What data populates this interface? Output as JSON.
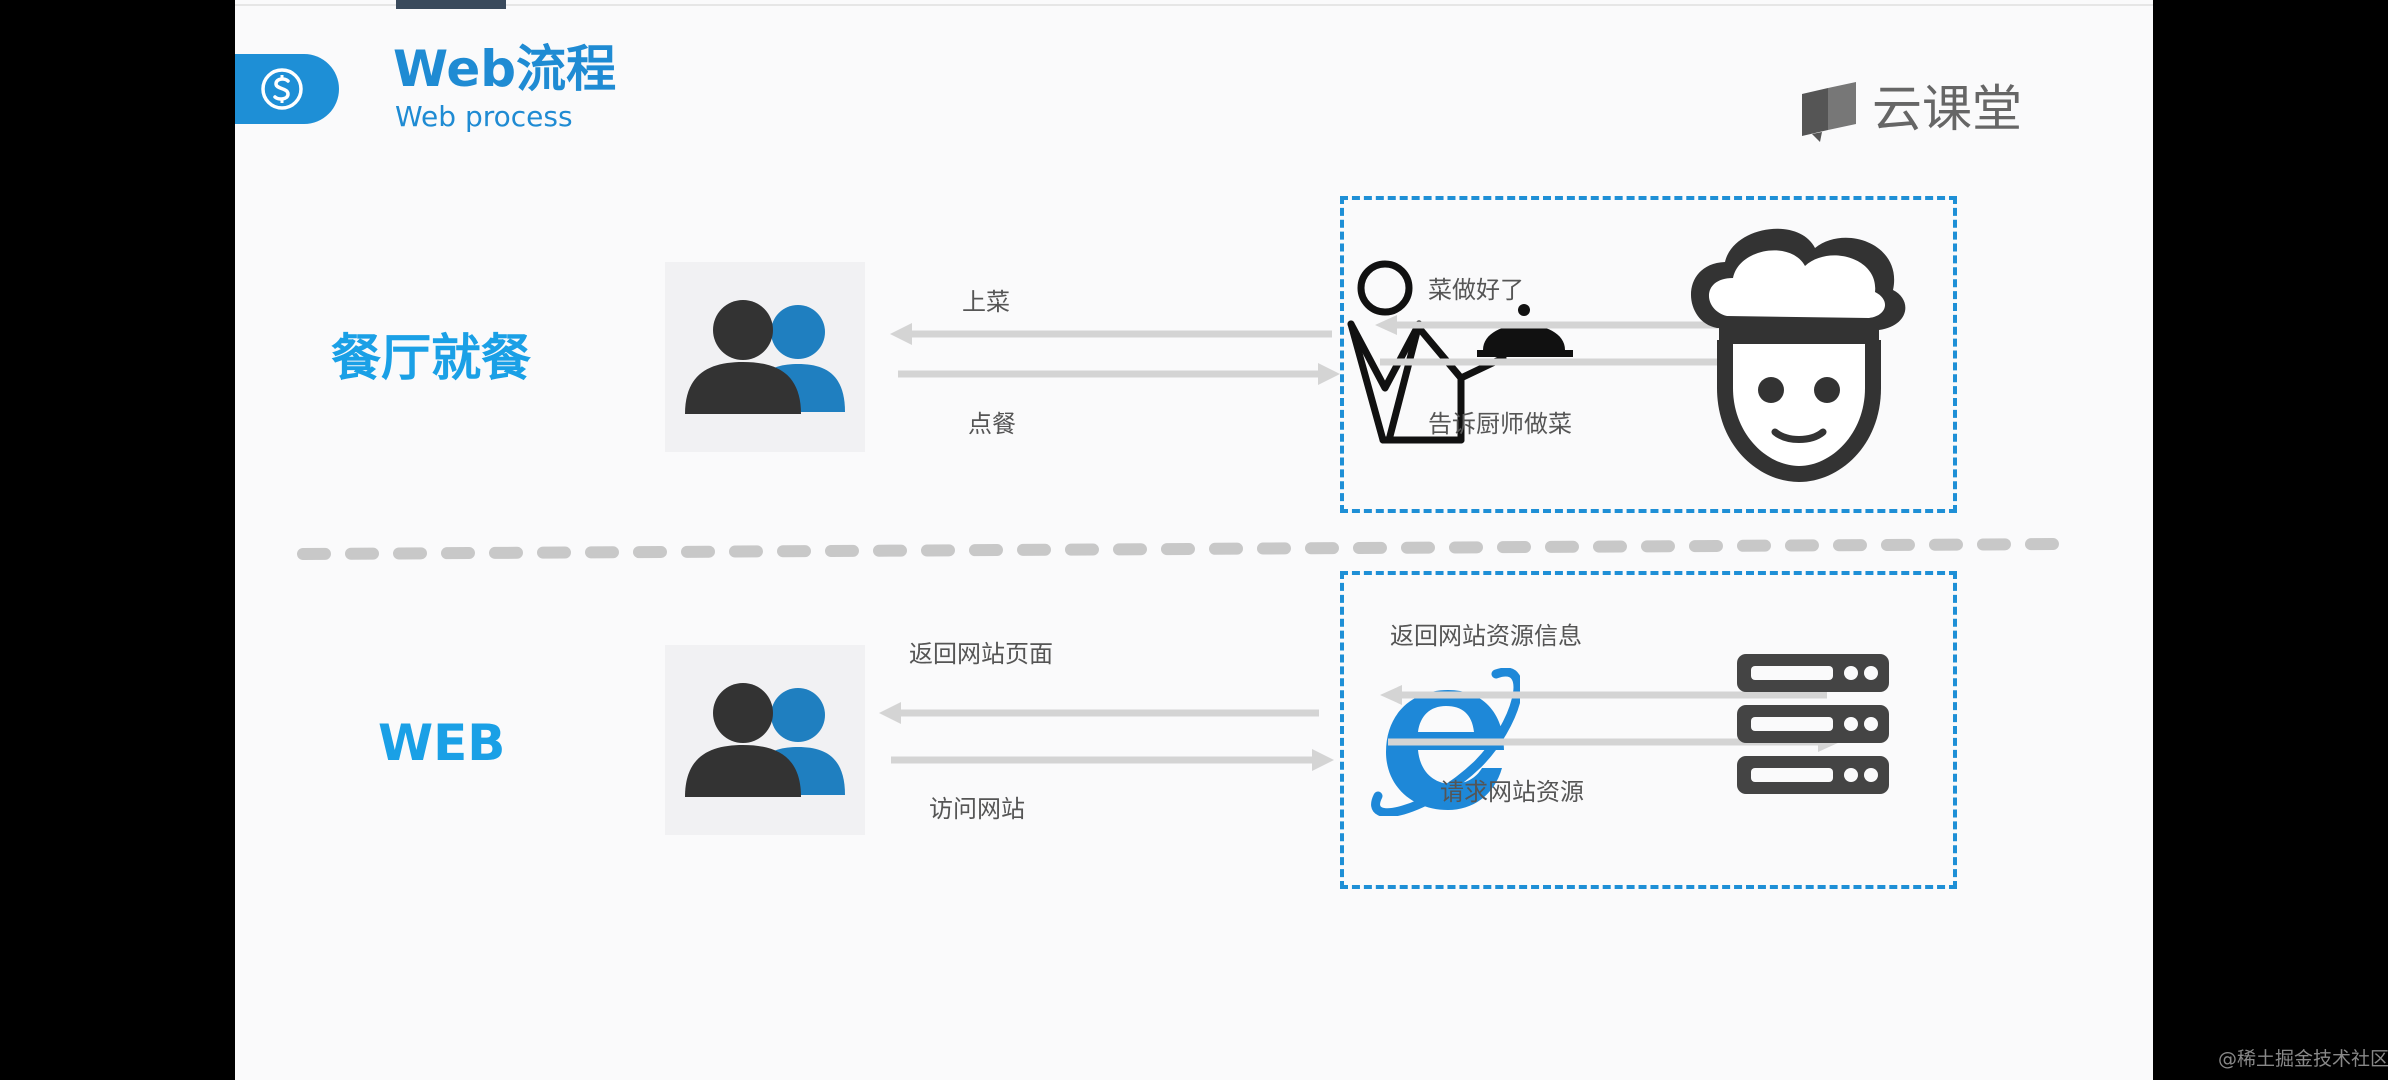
{
  "header": {
    "title": "Web流程",
    "subtitle": "Web process",
    "badge_icon": "s-circle-icon",
    "logo_text": "云课堂",
    "logo_icon": "book-chat-icon"
  },
  "rows": {
    "restaurant": {
      "label": "餐厅就餐",
      "arrow_top": "上菜",
      "arrow_bottom": "点餐",
      "box_arrow_top": "菜做好了",
      "box_arrow_bottom": "告诉厨师做菜",
      "icons": [
        "customers-icon",
        "waiter-icon",
        "chef-icon"
      ]
    },
    "web": {
      "label": "WEB",
      "arrow_top": "返回网站页面",
      "arrow_bottom": "访问网站",
      "box_arrow_top": "返回网站资源信息",
      "box_arrow_bottom": "请求网站资源",
      "icons": [
        "users-icon",
        "ie-browser-icon",
        "server-icon"
      ]
    }
  },
  "watermark": "@稀土掘金技术社区",
  "colors": {
    "accent_blue": "#1e8fd6",
    "label_blue": "#1aa0e6",
    "icon_dark": "#333333",
    "arrow_gray": "#d4d4d4",
    "divider_gray": "#c8c8c8"
  }
}
